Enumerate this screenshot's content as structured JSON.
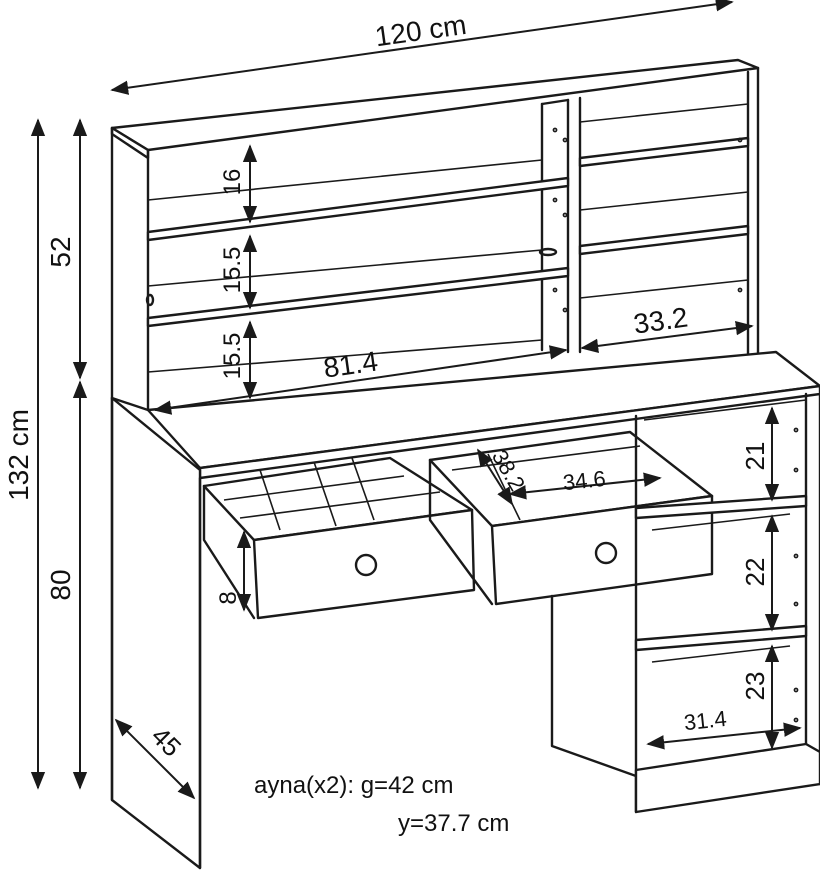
{
  "dimensions": {
    "total_width": "120 cm",
    "total_height": "132 cm",
    "hutch_height": "52",
    "desk_height": "80",
    "shelf_1": "16",
    "shelf_2": "15.5",
    "shelf_3": "15.5",
    "hutch_left_width": "81.4",
    "hutch_right_width": "33.2",
    "drawer_depth": "38.2",
    "drawer_width": "34.6",
    "drawer_height": "8",
    "cabinet_shelf_1": "21",
    "cabinet_shelf_2": "22",
    "cabinet_shelf_3": "23",
    "cabinet_width": "31.4",
    "depth": "45"
  },
  "notes": {
    "mirror_line_1": "ayna(x2): g=42 cm",
    "mirror_line_2": "y=37.7 cm"
  },
  "colors": {
    "line": "#1a1a1a",
    "background": "#ffffff"
  }
}
